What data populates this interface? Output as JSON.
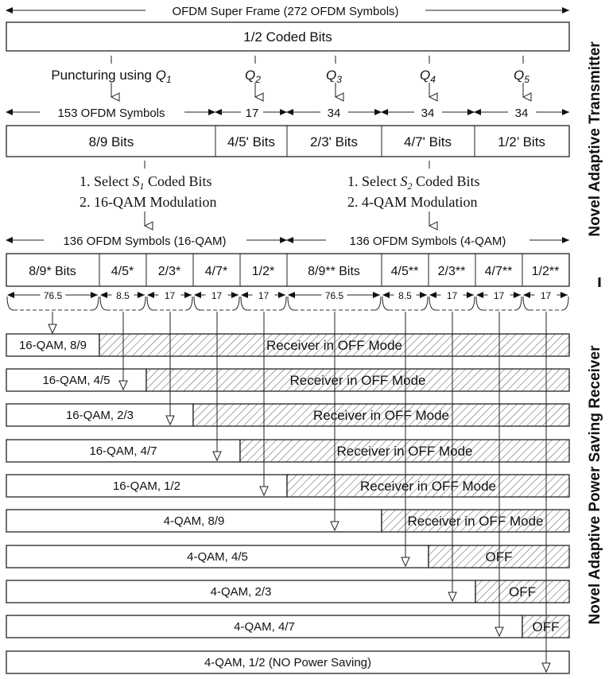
{
  "superframe_label": "OFDM Super Frame (272 OFDM Symbols)",
  "coded_bits": "1/2 Coded Bits",
  "puncture": {
    "prefix": "Puncturing using ",
    "q1": "Q",
    "q1_sub": "1",
    "q": [
      {
        "n": "Q",
        "s": "2"
      },
      {
        "n": "Q",
        "s": "3"
      },
      {
        "n": "Q",
        "s": "4"
      },
      {
        "n": "Q",
        "s": "5"
      }
    ]
  },
  "seg_labels": [
    "153 OFDM Symbols",
    "17",
    "34",
    "34",
    "34"
  ],
  "rate_boxes": [
    "8/9 Bits",
    "4/5' Bits",
    "2/3' Bits",
    "4/7' Bits",
    "1/2’ Bits"
  ],
  "select_left": {
    "line1_a": "1. Select ",
    "s": "S",
    "s_sub": "1",
    "line1_b": " Coded Bits",
    "line2": "2. 16-QAM Modulation"
  },
  "select_right": {
    "line1_a": "1. Select ",
    "s": "S",
    "s_sub": "2",
    "line1_b": " Coded Bits",
    "line2": "2. 4-QAM Modulation"
  },
  "mod_labels": [
    "136 OFDM Symbols (16-QAM)",
    "136 OFDM Symbols (4-QAM)"
  ],
  "sub_boxes": [
    "8/9* Bits",
    "4/5*",
    "2/3*",
    "4/7*",
    "1/2*",
    "8/9** Bits",
    "4/5**",
    "2/3**",
    "4/7**",
    "1/2**"
  ],
  "durations": [
    "76.5",
    "8.5",
    "17",
    "17",
    "17",
    "76.5",
    "8.5",
    "17",
    "17",
    "17"
  ],
  "receiver_rows": [
    {
      "label": "16-QAM, 8/9",
      "off": "Receiver in OFF Mode"
    },
    {
      "label": "16-QAM, 4/5",
      "off": "Receiver in OFF Mode"
    },
    {
      "label": "16-QAM, 2/3",
      "off": "Receiver in OFF Mode"
    },
    {
      "label": "16-QAM, 4/7",
      "off": "Receiver in OFF Mode"
    },
    {
      "label": "16-QAM, 1/2",
      "off": "Receiver in OFF Mode"
    },
    {
      "label": "4-QAM, 8/9",
      "off": "Receiver in OFF Mode"
    },
    {
      "label": "4-QAM, 4/5",
      "off": "OFF"
    },
    {
      "label": "4-QAM, 2/3",
      "off": "OFF"
    },
    {
      "label": "4-QAM, 4/7",
      "off": "OFF"
    },
    {
      "label": "4-QAM, 1/2 (NO Power Saving)",
      "off": ""
    }
  ],
  "side_labels": {
    "transmitter": "Novel Adaptive Transmitter",
    "receiver": "Novel Adaptive Power Saving Receiver"
  }
}
